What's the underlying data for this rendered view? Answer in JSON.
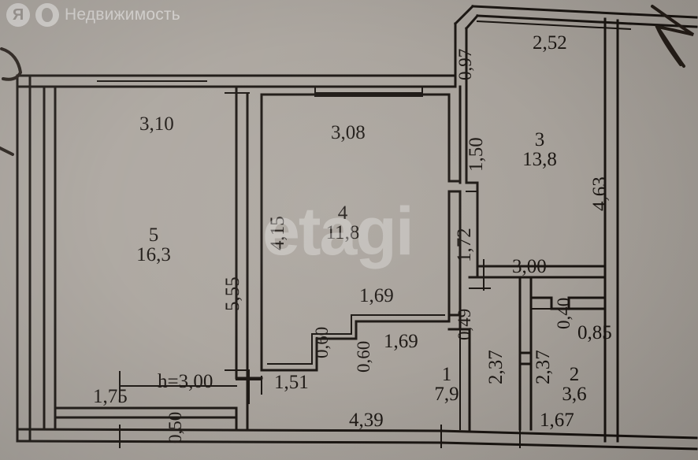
{
  "watermarks": {
    "yandex": {
      "logo_letter": "Я",
      "globe_icon": "globe-icon",
      "text": "Недвижимость"
    },
    "etagi": {
      "text": "etagi"
    }
  },
  "plan": {
    "ceiling_height_label": "h=3,00",
    "rooms": [
      {
        "id": "room-1",
        "number": "1",
        "area": "7,9"
      },
      {
        "id": "room-2",
        "number": "2",
        "area": "3,6"
      },
      {
        "id": "room-3",
        "number": "3",
        "area": "13,8"
      },
      {
        "id": "room-4",
        "number": "4",
        "area": "11,8"
      },
      {
        "id": "room-5",
        "number": "5",
        "area": "16,3"
      }
    ],
    "dimensions": {
      "d_3_10": "3,10",
      "d_3_08": "3,08",
      "d_2_52": "2,52",
      "d_0_97": "0,97",
      "d_1_50": "1,50",
      "d_4_63": "4,63",
      "d_4_15": "4,15",
      "d_5_55": "5,55",
      "d_1_72": "1,72",
      "d_3_00": "3,00",
      "d_1_69_a": "1,69",
      "d_1_69_b": "1,69",
      "d_0_60_a": "0,60",
      "d_0_60_b": "0,60",
      "d_0_49": "0,49",
      "d_0_40": "0,40",
      "d_0_85": "0,85",
      "d_2_37_a": "2,37",
      "d_2_37_b": "2,37",
      "d_1_51": "1,51",
      "d_1_75": "1,75",
      "d_0_50": "0,50",
      "d_4_39": "4,39",
      "d_1_67": "1,67"
    }
  }
}
